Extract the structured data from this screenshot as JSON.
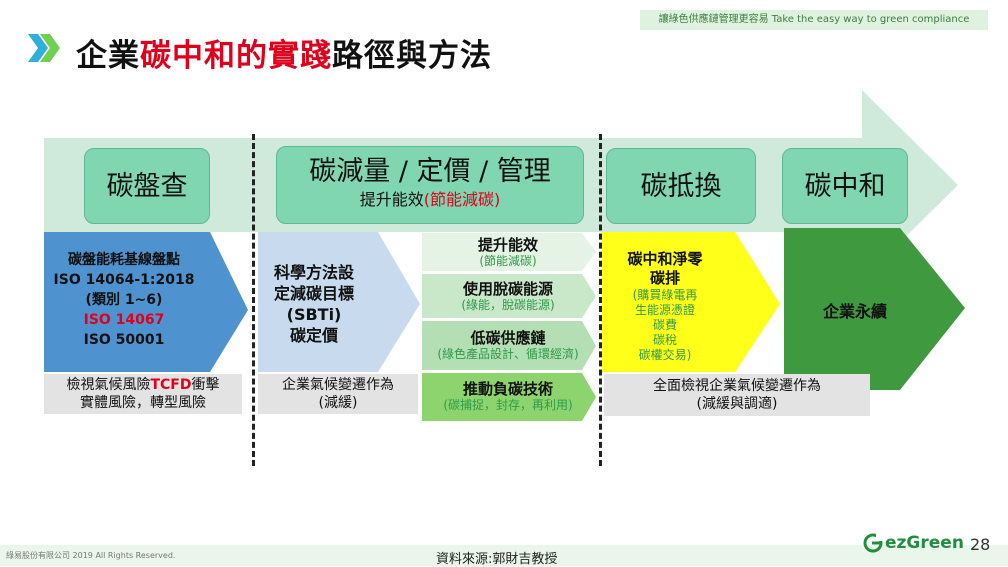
{
  "header": {
    "tagline": "讓綠色供應鏈管理更容易 Take the easy way to green compliance",
    "title_black_1": "企業",
    "title_red": "碳中和的實踐",
    "title_black_2": "路徑與方法",
    "chevron_icon": "double-chevron-right-icon",
    "accent_color": "#2fb0d8"
  },
  "stages": {
    "s1": "碳盤查",
    "s2": "碳減量 / 定價 / 管理",
    "s2_sub_black": "提升能效",
    "s2_sub_red": "(節能減碳)",
    "s3": "碳抵換",
    "s4": "碳中和"
  },
  "col1": {
    "line1": "碳盤能耗基線盤點",
    "line2": "ISO 14064-1:2018",
    "line3": "(類別 1~6)",
    "line4_red": "ISO 14067",
    "line5": "ISO 50001",
    "box_line1_a": "檢視氣候風險",
    "box_line1_red": "TCFD",
    "box_line1_b": "衝擊",
    "box_line2": "實體風險，轉型風險"
  },
  "col2": {
    "line1": "科學方法設",
    "line2": "定減碳目標",
    "line3": "(SBTi)",
    "line4": "碳定價",
    "box_line1": "企業氣候變遷作為",
    "box_line2": "(減緩)"
  },
  "stack": [
    {
      "title": "提升能效",
      "sub": "(節能減碳)"
    },
    {
      "title": "使用脫碳能源",
      "sub": "(綠能，脫碳能源)"
    },
    {
      "title": "低碳供應鏈",
      "sub": "(綠色產品設計、循環經濟)"
    },
    {
      "title": "推動負碳技術",
      "sub": "(碳捕捉，封存，再利用)"
    }
  ],
  "col3": {
    "title1": "碳中和淨零",
    "title2": "碳排",
    "sub1": "(購買綠電再",
    "sub2": "生能源憑證",
    "sub3": "碳費",
    "sub4": "碳稅",
    "sub5": "碳權交易)",
    "box_line1": "全面檢視企業氣候變遷作為",
    "box_line2": "(減緩與調適)"
  },
  "col4": {
    "label": "企業永續"
  },
  "footer": {
    "copyright": "綠易股份有限公司  2019  All Rights Reserved.",
    "source": "資料來源:郭財吉教授",
    "brand": "ezGreen",
    "page": "28"
  }
}
